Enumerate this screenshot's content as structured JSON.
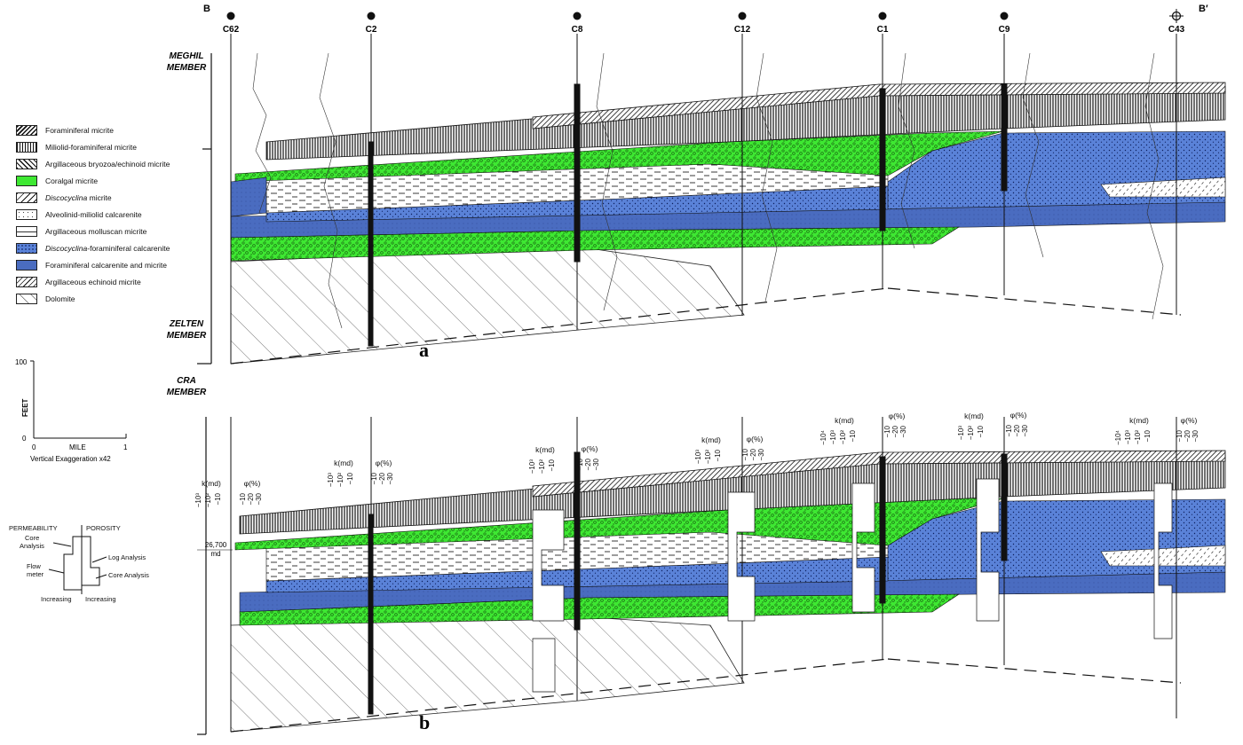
{
  "section": {
    "end_left": "B",
    "end_right": "B′",
    "wells": [
      {
        "id": "C62",
        "status": "oil"
      },
      {
        "id": "C2",
        "status": "oil"
      },
      {
        "id": "C8",
        "status": "oil"
      },
      {
        "id": "C12",
        "status": "oil"
      },
      {
        "id": "C1",
        "status": "oil"
      },
      {
        "id": "C9",
        "status": "oil"
      },
      {
        "id": "C43",
        "status": "abandoned"
      }
    ],
    "members": {
      "meghil": [
        "MEGHIL",
        "MEMBER"
      ],
      "zelten": [
        "ZELTEN",
        "MEMBER"
      ],
      "cra": [
        "CRA",
        "MEMBER"
      ]
    },
    "panel_labels": {
      "a": "a",
      "b": "b"
    }
  },
  "legend": [
    {
      "pre": "",
      "italic": "",
      "post": "Foraminiferal micrite",
      "pattern": "diag-dense"
    },
    {
      "pre": "",
      "italic": "",
      "post": "Miliolid-foraminiferal micrite",
      "pattern": "vert"
    },
    {
      "pre": "",
      "italic": "",
      "post": "Argillaceous bryozoa/echinoid micrite",
      "pattern": "diag-rev"
    },
    {
      "pre": "",
      "italic": "",
      "post": "Coralgal micrite",
      "pattern": "green"
    },
    {
      "pre": "",
      "italic": "Discocyclina",
      "post": " micrite",
      "pattern": "dash-diag"
    },
    {
      "pre": "",
      "italic": "",
      "post": "Alveolinid-miliolid calcarenite",
      "pattern": "dots-white"
    },
    {
      "pre": "",
      "italic": "",
      "post": "Argillaceous molluscan micrite",
      "pattern": "dash-white"
    },
    {
      "pre": "",
      "italic": "Discocyclina",
      "post": "-foraminiferal calcarenite",
      "pattern": "blue-light"
    },
    {
      "pre": "",
      "italic": "",
      "post": "Foraminiferal calcarenite and micrite",
      "pattern": "blue-dark"
    },
    {
      "pre": "",
      "italic": "",
      "post": "Argillaceous echinoid micrite",
      "pattern": "diag-sparse"
    },
    {
      "pre": "",
      "italic": "",
      "post": "Dolomite",
      "pattern": "diag-wide"
    }
  ],
  "scale": {
    "vertical_label": "FEET",
    "v_top": "100",
    "v_bottom": "0",
    "h_left": "0",
    "h_mid": "MILE",
    "h_right": "1",
    "exaggeration": "Vertical Exaggeration x42"
  },
  "key": {
    "permeability": "PERMEABILITY",
    "porosity": "POROSITY",
    "core_analysis_left": [
      "Core",
      "Analysis"
    ],
    "flow_meter": [
      "Flow",
      "meter"
    ],
    "log_analysis": "Log Analysis",
    "core_analysis_right": "Core Analysis",
    "increasing_left": "Increasing",
    "increasing_right": "Increasing"
  },
  "log_headers": {
    "k": "k(md)",
    "phi": "φ(%)",
    "k_ticks_3": [
      "−10³",
      "−10²",
      "−10"
    ],
    "k_ticks_4": [
      "−10⁴",
      "−10³",
      "−10²",
      "−10"
    ],
    "phi_ticks": [
      "−10",
      "−20",
      "−30"
    ]
  },
  "annotation_26700": [
    "26,700",
    "md"
  ],
  "colors": {
    "green": "#3ee832",
    "blue_light": "#5a82d8",
    "blue_dark": "#4a6cc0",
    "ink": "#111111"
  }
}
